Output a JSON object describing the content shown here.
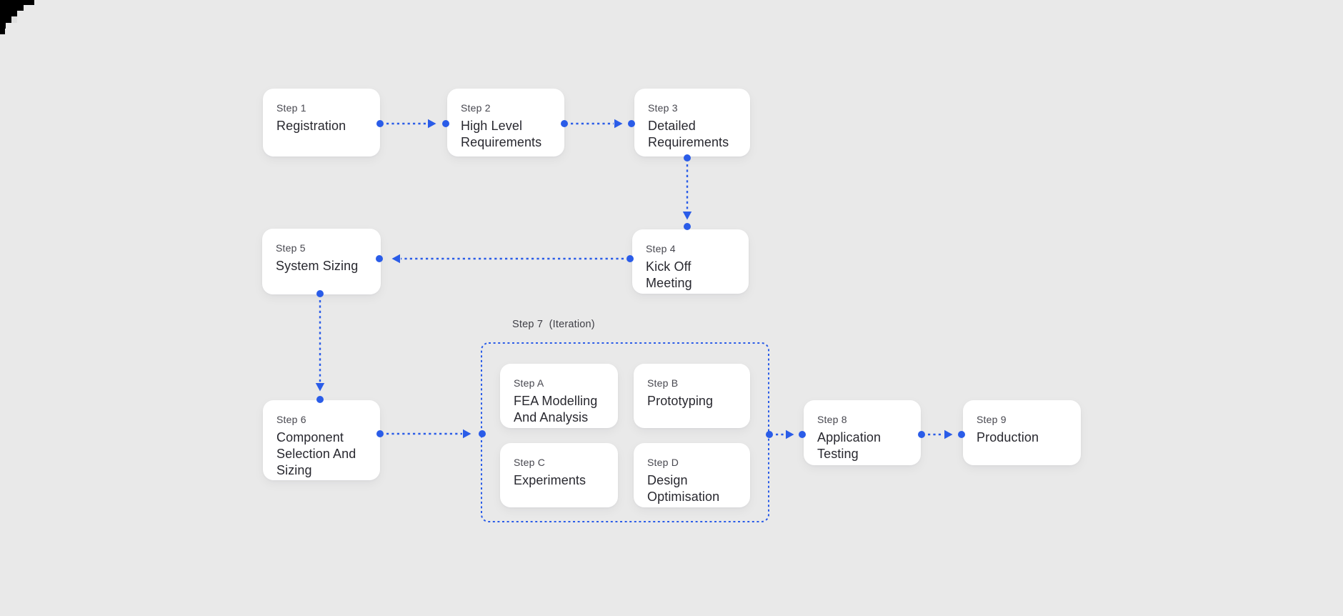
{
  "canvas": {
    "background": "#e9e9e9",
    "accent": "#2a5ce8",
    "card_color": "#ffffff"
  },
  "flow": {
    "nodes": [
      {
        "step": "Step 1",
        "title": "Registration"
      },
      {
        "step": "Step 2",
        "title": "High Level Requirements"
      },
      {
        "step": "Step 3",
        "title": "Detailed Requirements"
      },
      {
        "step": "Step 4",
        "title": "Kick Off Meeting"
      },
      {
        "step": "Step 5",
        "title": "System Sizing"
      },
      {
        "step": "Step 6",
        "title": "Component Selection And Sizing"
      },
      {
        "step": "Step 8",
        "title": "Application Testing"
      },
      {
        "step": "Step 9",
        "title": "Production"
      }
    ],
    "iteration": {
      "label": "Step 7  (Iteration)",
      "nodes": [
        {
          "step": "Step A",
          "title": "FEA Modelling And Analysis"
        },
        {
          "step": "Step B",
          "title": "Prototyping"
        },
        {
          "step": "Step C",
          "title": "Experiments"
        },
        {
          "step": "Step D",
          "title": "Design Optimisation"
        }
      ]
    },
    "connections": [
      {
        "from": "Step 1",
        "to": "Step 2"
      },
      {
        "from": "Step 2",
        "to": "Step 3"
      },
      {
        "from": "Step 3",
        "to": "Step 4"
      },
      {
        "from": "Step 4",
        "to": "Step 5"
      },
      {
        "from": "Step 5",
        "to": "Step 6"
      },
      {
        "from": "Step 6",
        "to": "Step 7"
      },
      {
        "from": "Step 7",
        "to": "Step 8"
      },
      {
        "from": "Step 8",
        "to": "Step 9"
      }
    ]
  }
}
